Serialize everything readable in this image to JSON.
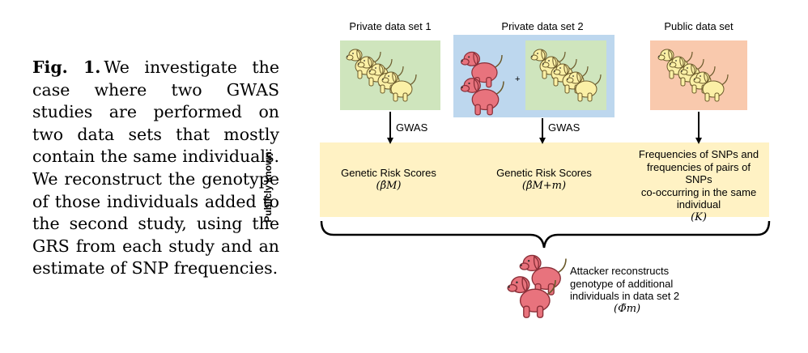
{
  "caption": {
    "label": "Fig. 1.",
    "text": "We investigate the case where two GWAS studies are performed on two data sets that mostly contain the same individuals. We reconstruct the genotype of those individuals added to the second study, using the GRS from each study and an estimate of SNP frequencies."
  },
  "datasets": {
    "private1": "Private data set 1",
    "private2": "Private data set 2",
    "public": "Public data set"
  },
  "arrows": {
    "gwas1": "GWAS",
    "gwas2": "GWAS"
  },
  "band": {
    "side_label": "Publicly known:",
    "grs1_label": "Genetic Risk Scores",
    "grs1_symbol": "(β̂M)",
    "grs2_label": "Genetic Risk Scores",
    "grs2_symbol": "(β̂M+m)",
    "freq_line1": "Frequencies of SNPs and",
    "freq_line2": "frequencies of pairs of SNPs",
    "freq_line3": "co-occurring in the same",
    "freq_line4": "individual",
    "freq_symbol": "(K)"
  },
  "attacker": {
    "line1": "Attacker reconstructs",
    "line2": "genotype of additional",
    "line3": "individuals in data set 2",
    "symbol": "(Φ̃m)"
  },
  "colors": {
    "green": "#cfe5bd",
    "blue": "#bdd7ee",
    "orange": "#f9c9ad",
    "band": "#fff2c4",
    "dog_yellow": "#fbf0a6",
    "dog_red": "#e8737d"
  },
  "plus_sign": "+"
}
